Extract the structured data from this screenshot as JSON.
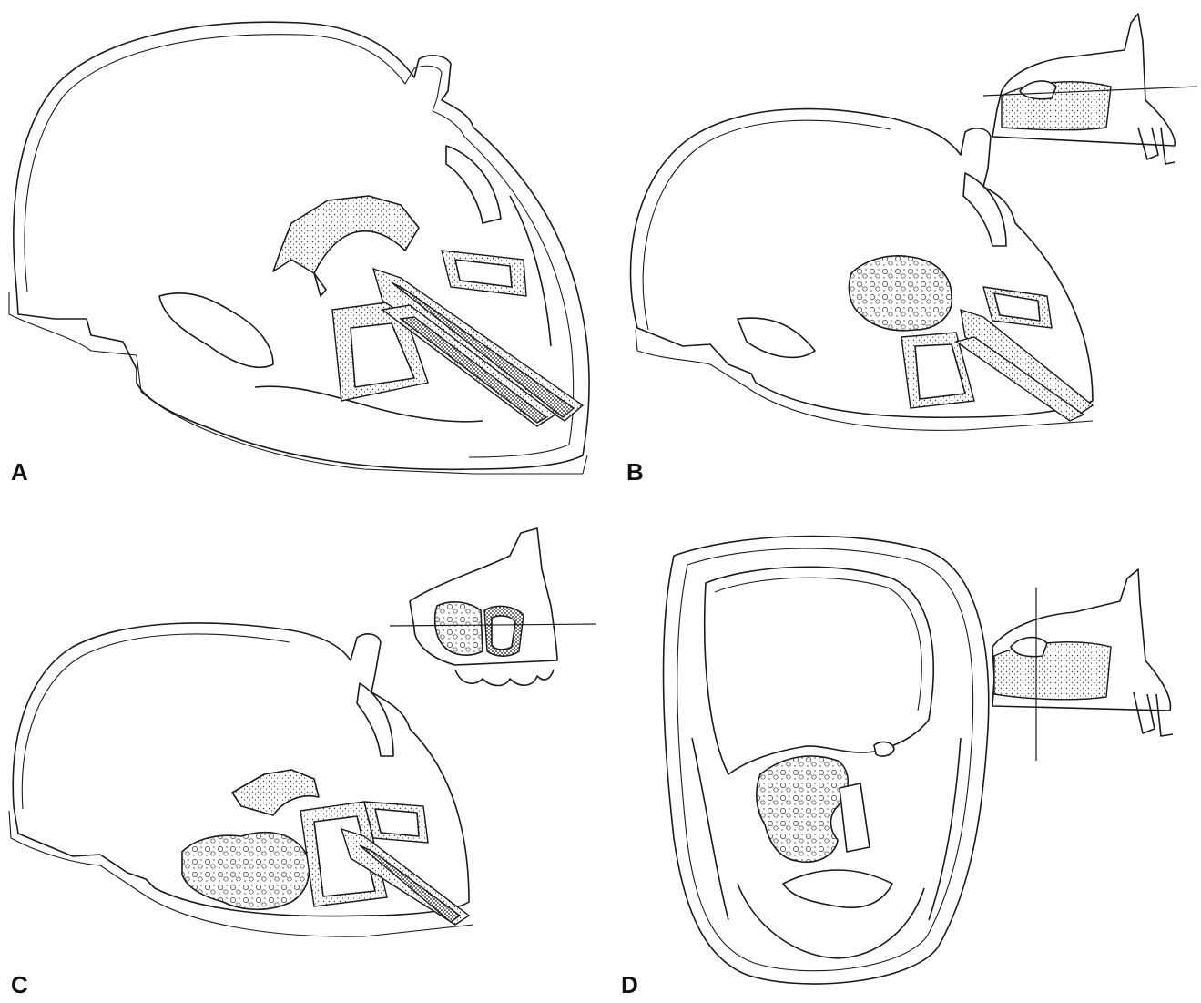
{
  "figure": {
    "panels": [
      {
        "label": "A"
      },
      {
        "label": "B"
      },
      {
        "label": "C"
      },
      {
        "label": "D"
      }
    ]
  }
}
